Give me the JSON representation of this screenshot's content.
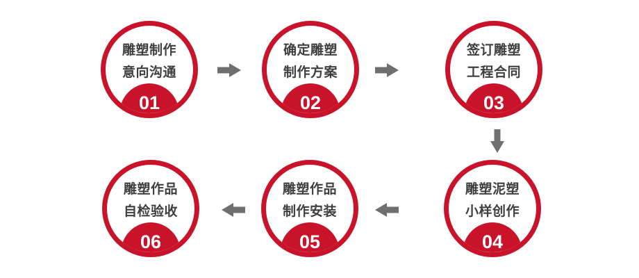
{
  "diagram": {
    "title": "sculpture-production-process-flow",
    "accent_color": "#c8132b",
    "arrow_color": "#6f6f6f",
    "text_color": "#3f3f3f",
    "steps": [
      {
        "number": "01",
        "line1": "雕塑制作",
        "line2": "意向沟通"
      },
      {
        "number": "02",
        "line1": "确定雕塑",
        "line2": "制作方案"
      },
      {
        "number": "03",
        "line1": "签订雕塑",
        "line2": "工程合同"
      },
      {
        "number": "04",
        "line1": "雕塑泥塑",
        "line2": "小样创作"
      },
      {
        "number": "05",
        "line1": "雕塑作品",
        "line2": "制作安装"
      },
      {
        "number": "06",
        "line1": "雕塑作品",
        "line2": "自检验收"
      }
    ],
    "arrows": [
      {
        "from": "01",
        "to": "02",
        "direction": "right"
      },
      {
        "from": "02",
        "to": "03",
        "direction": "right"
      },
      {
        "from": "03",
        "to": "04",
        "direction": "down"
      },
      {
        "from": "04",
        "to": "05",
        "direction": "left"
      },
      {
        "from": "05",
        "to": "06",
        "direction": "left"
      }
    ]
  }
}
